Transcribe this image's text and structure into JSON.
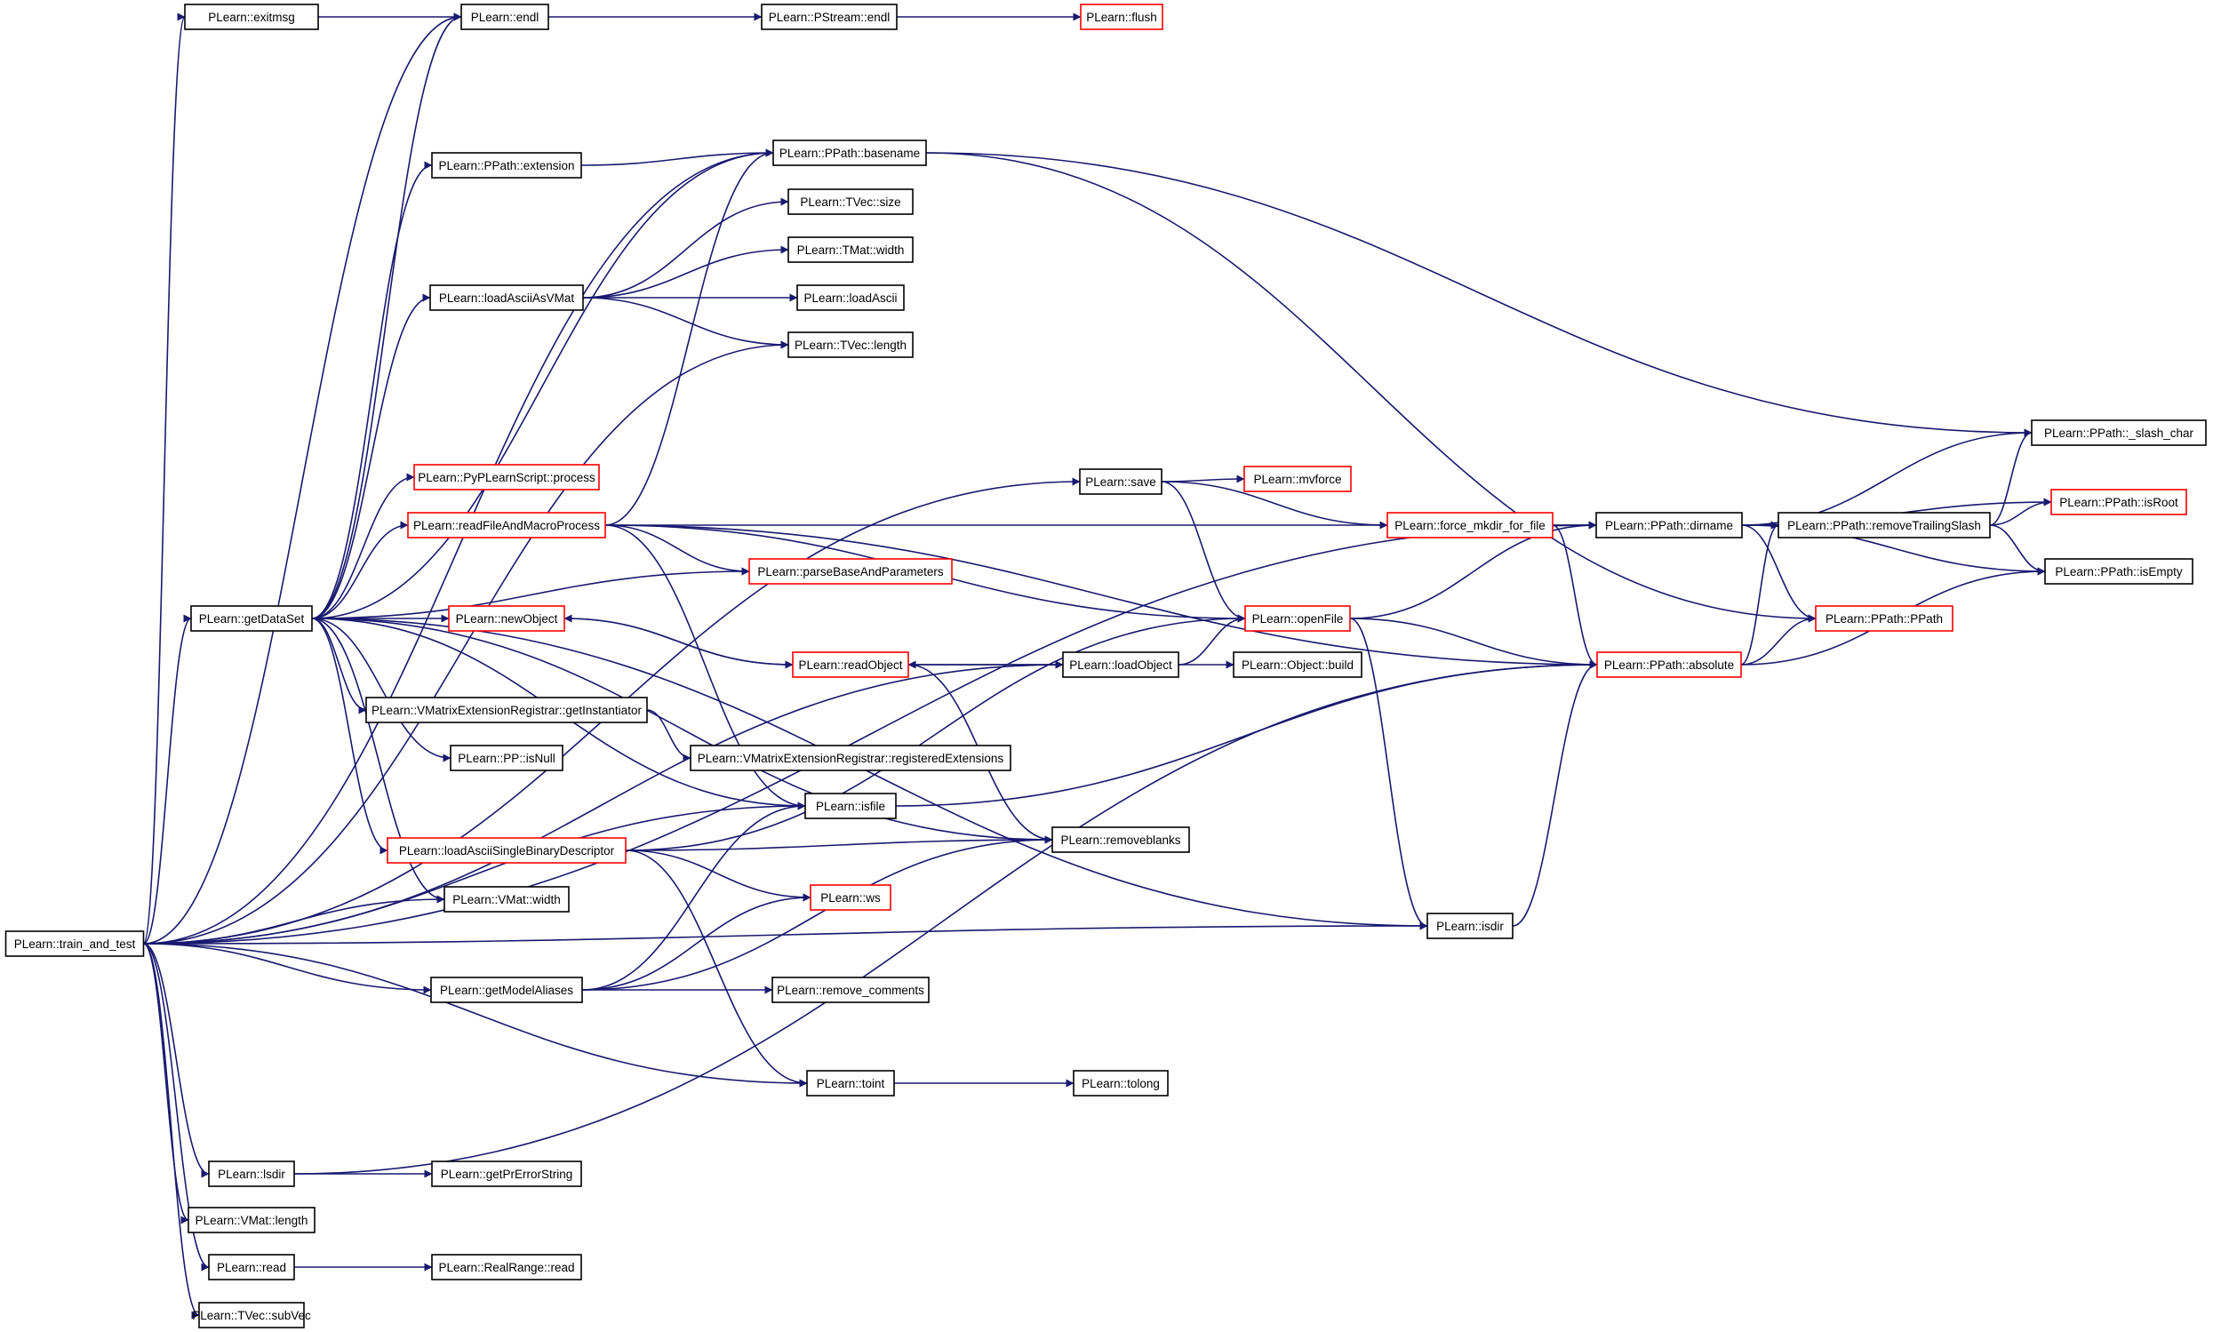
{
  "colors": {
    "edge": "#191970",
    "node_border": "#000000",
    "node_border_incomplete": "#ff0000",
    "root_fill": "#bfbfbf",
    "node_fill": "#ffffff"
  },
  "nodes": [
    {
      "id": "train_and_test",
      "label": "PLearn::train_and_test",
      "root": true
    },
    {
      "id": "exitmsg",
      "label": "PLearn::exitmsg"
    },
    {
      "id": "endl",
      "label": "PLearn::endl"
    },
    {
      "id": "pstream_endl",
      "label": "PLearn::PStream::endl"
    },
    {
      "id": "flush",
      "label": "PLearn::flush",
      "incomplete": true
    },
    {
      "id": "extension",
      "label": "PLearn::PPath::extension"
    },
    {
      "id": "basename",
      "label": "PLearn::PPath::basename"
    },
    {
      "id": "tvec_size",
      "label": "PLearn::TVec::size"
    },
    {
      "id": "tmat_width",
      "label": "PLearn::TMat::width"
    },
    {
      "id": "loadAsciiAsVMat",
      "label": "PLearn::loadAsciiAsVMat"
    },
    {
      "id": "loadAscii",
      "label": "PLearn::loadAscii"
    },
    {
      "id": "tvec_length",
      "label": "PLearn::TVec::length"
    },
    {
      "id": "pyplearn_process",
      "label": "PLearn::PyPLearnScript::process",
      "incomplete": true
    },
    {
      "id": "readFileAndMacroProcess",
      "label": "PLearn::readFileAndMacroProcess",
      "incomplete": true
    },
    {
      "id": "parseBaseAndParameters",
      "label": "PLearn::parseBaseAndParameters",
      "incomplete": true
    },
    {
      "id": "getDataSet",
      "label": "PLearn::getDataSet"
    },
    {
      "id": "newObject",
      "label": "PLearn::newObject",
      "incomplete": true
    },
    {
      "id": "readObject",
      "label": "PLearn::readObject",
      "incomplete": true
    },
    {
      "id": "loadObject",
      "label": "PLearn::loadObject"
    },
    {
      "id": "object_build",
      "label": "PLearn::Object::build"
    },
    {
      "id": "getInstantiator",
      "label": "PLearn::VMatrixExtensionRegistrar::getInstantiator"
    },
    {
      "id": "registeredExtensions",
      "label": "PLearn::VMatrixExtensionRegistrar::registeredExtensions"
    },
    {
      "id": "pp_isNull",
      "label": "PLearn::PP::isNull"
    },
    {
      "id": "isfile",
      "label": "PLearn::isfile"
    },
    {
      "id": "loadAsciiSingleBinaryDescriptor",
      "label": "PLearn::loadAsciiSingleBinaryDescriptor",
      "incomplete": true
    },
    {
      "id": "removeblanks",
      "label": "PLearn::removeblanks"
    },
    {
      "id": "ws",
      "label": "PLearn::ws",
      "incomplete": true
    },
    {
      "id": "vmat_width",
      "label": "PLearn::VMat::width"
    },
    {
      "id": "getModelAliases",
      "label": "PLearn::getModelAliases"
    },
    {
      "id": "remove_comments",
      "label": "PLearn::remove_comments"
    },
    {
      "id": "toint",
      "label": "PLearn::toint"
    },
    {
      "id": "tolong",
      "label": "PLearn::tolong"
    },
    {
      "id": "lsdir",
      "label": "PLearn::lsdir"
    },
    {
      "id": "getPrErrorString",
      "label": "PLearn::getPrErrorString"
    },
    {
      "id": "vmat_length",
      "label": "PLearn::VMat::length"
    },
    {
      "id": "read",
      "label": "PLearn::read"
    },
    {
      "id": "realrange_read",
      "label": "PLearn::RealRange::read"
    },
    {
      "id": "tvec_subVec",
      "label": "PLearn::TVec::subVec"
    },
    {
      "id": "save",
      "label": "PLearn::save"
    },
    {
      "id": "mvforce",
      "label": "PLearn::mvforce",
      "incomplete": true
    },
    {
      "id": "force_mkdir_for_file",
      "label": "PLearn::force_mkdir_for_file",
      "incomplete": true
    },
    {
      "id": "openFile",
      "label": "PLearn::openFile",
      "incomplete": true
    },
    {
      "id": "isdir",
      "label": "PLearn::isdir"
    },
    {
      "id": "dirname",
      "label": "PLearn::PPath::dirname"
    },
    {
      "id": "absolute",
      "label": "PLearn::PPath::absolute",
      "incomplete": true
    },
    {
      "id": "removeTrailingSlash",
      "label": "PLearn::PPath::removeTrailingSlash"
    },
    {
      "id": "slash_char",
      "label": "PLearn::PPath::_slash_char"
    },
    {
      "id": "isRoot",
      "label": "PLearn::PPath::isRoot",
      "incomplete": true
    },
    {
      "id": "isEmpty",
      "label": "PLearn::PPath::isEmpty"
    },
    {
      "id": "ppath_ctor",
      "label": "PLearn::PPath::PPath",
      "incomplete": true
    }
  ],
  "edges": [
    [
      "train_and_test",
      "exitmsg"
    ],
    [
      "train_and_test",
      "endl"
    ],
    [
      "train_and_test",
      "getDataSet"
    ],
    [
      "train_and_test",
      "basename"
    ],
    [
      "train_and_test",
      "tvec_length"
    ],
    [
      "train_and_test",
      "save"
    ],
    [
      "train_and_test",
      "loadObject"
    ],
    [
      "train_and_test",
      "dirname"
    ],
    [
      "train_and_test",
      "isfile"
    ],
    [
      "train_and_test",
      "vmat_width"
    ],
    [
      "train_and_test",
      "getModelAliases"
    ],
    [
      "train_and_test",
      "toint"
    ],
    [
      "train_and_test",
      "isdir"
    ],
    [
      "train_and_test",
      "lsdir"
    ],
    [
      "train_and_test",
      "vmat_length"
    ],
    [
      "train_and_test",
      "read"
    ],
    [
      "train_and_test",
      "tvec_subVec"
    ],
    [
      "exitmsg",
      "endl"
    ],
    [
      "endl",
      "pstream_endl"
    ],
    [
      "pstream_endl",
      "flush"
    ],
    [
      "getDataSet",
      "endl"
    ],
    [
      "getDataSet",
      "extension"
    ],
    [
      "getDataSet",
      "basename"
    ],
    [
      "getDataSet",
      "loadAsciiAsVMat"
    ],
    [
      "getDataSet",
      "pyplearn_process"
    ],
    [
      "getDataSet",
      "readFileAndMacroProcess"
    ],
    [
      "getDataSet",
      "parseBaseAndParameters"
    ],
    [
      "getDataSet",
      "newObject"
    ],
    [
      "getDataSet",
      "getInstantiator"
    ],
    [
      "getDataSet",
      "pp_isNull"
    ],
    [
      "getDataSet",
      "isfile"
    ],
    [
      "getDataSet",
      "loadAsciiSingleBinaryDescriptor"
    ],
    [
      "getDataSet",
      "vmat_width"
    ],
    [
      "getDataSet",
      "removeblanks"
    ],
    [
      "getDataSet",
      "isdir"
    ],
    [
      "extension",
      "basename"
    ],
    [
      "basename",
      "slash_char"
    ],
    [
      "basename",
      "ppath_ctor"
    ],
    [
      "loadAsciiAsVMat",
      "tvec_size"
    ],
    [
      "loadAsciiAsVMat",
      "tmat_width"
    ],
    [
      "loadAsciiAsVMat",
      "loadAscii"
    ],
    [
      "loadAsciiAsVMat",
      "tvec_length"
    ],
    [
      "readFileAndMacroProcess",
      "basename"
    ],
    [
      "readFileAndMacroProcess",
      "parseBaseAndParameters"
    ],
    [
      "readFileAndMacroProcess",
      "openFile"
    ],
    [
      "readFileAndMacroProcess",
      "dirname"
    ],
    [
      "readFileAndMacroProcess",
      "absolute"
    ],
    [
      "readFileAndMacroProcess",
      "isfile"
    ],
    [
      "newObject",
      "readObject"
    ],
    [
      "readObject",
      "newObject"
    ],
    [
      "readObject",
      "loadObject"
    ],
    [
      "readObject",
      "removeblanks"
    ],
    [
      "loadObject",
      "readObject"
    ],
    [
      "loadObject",
      "openFile"
    ],
    [
      "loadObject",
      "object_build"
    ],
    [
      "getInstantiator",
      "registeredExtensions"
    ],
    [
      "isfile",
      "absolute"
    ],
    [
      "loadAsciiSingleBinaryDescriptor",
      "openFile"
    ],
    [
      "loadAsciiSingleBinaryDescriptor",
      "removeblanks"
    ],
    [
      "loadAsciiSingleBinaryDescriptor",
      "ws"
    ],
    [
      "loadAsciiSingleBinaryDescriptor",
      "toint"
    ],
    [
      "getModelAliases",
      "isfile"
    ],
    [
      "getModelAliases",
      "ws"
    ],
    [
      "getModelAliases",
      "removeblanks"
    ],
    [
      "getModelAliases",
      "remove_comments"
    ],
    [
      "toint",
      "tolong"
    ],
    [
      "lsdir",
      "getPrErrorString"
    ],
    [
      "lsdir",
      "absolute"
    ],
    [
      "read",
      "realrange_read"
    ],
    [
      "save",
      "mvforce"
    ],
    [
      "save",
      "force_mkdir_for_file"
    ],
    [
      "save",
      "openFile"
    ],
    [
      "force_mkdir_for_file",
      "dirname"
    ],
    [
      "force_mkdir_for_file",
      "absolute"
    ],
    [
      "openFile",
      "dirname"
    ],
    [
      "openFile",
      "absolute"
    ],
    [
      "openFile",
      "isdir"
    ],
    [
      "isdir",
      "absolute"
    ],
    [
      "dirname",
      "slash_char"
    ],
    [
      "dirname",
      "removeTrailingSlash"
    ],
    [
      "dirname",
      "isRoot"
    ],
    [
      "dirname",
      "isEmpty"
    ],
    [
      "dirname",
      "ppath_ctor"
    ],
    [
      "absolute",
      "removeTrailingSlash"
    ],
    [
      "absolute",
      "ppath_ctor"
    ],
    [
      "absolute",
      "isEmpty"
    ],
    [
      "removeTrailingSlash",
      "slash_char"
    ],
    [
      "removeTrailingSlash",
      "isRoot"
    ],
    [
      "removeTrailingSlash",
      "isEmpty"
    ]
  ]
}
